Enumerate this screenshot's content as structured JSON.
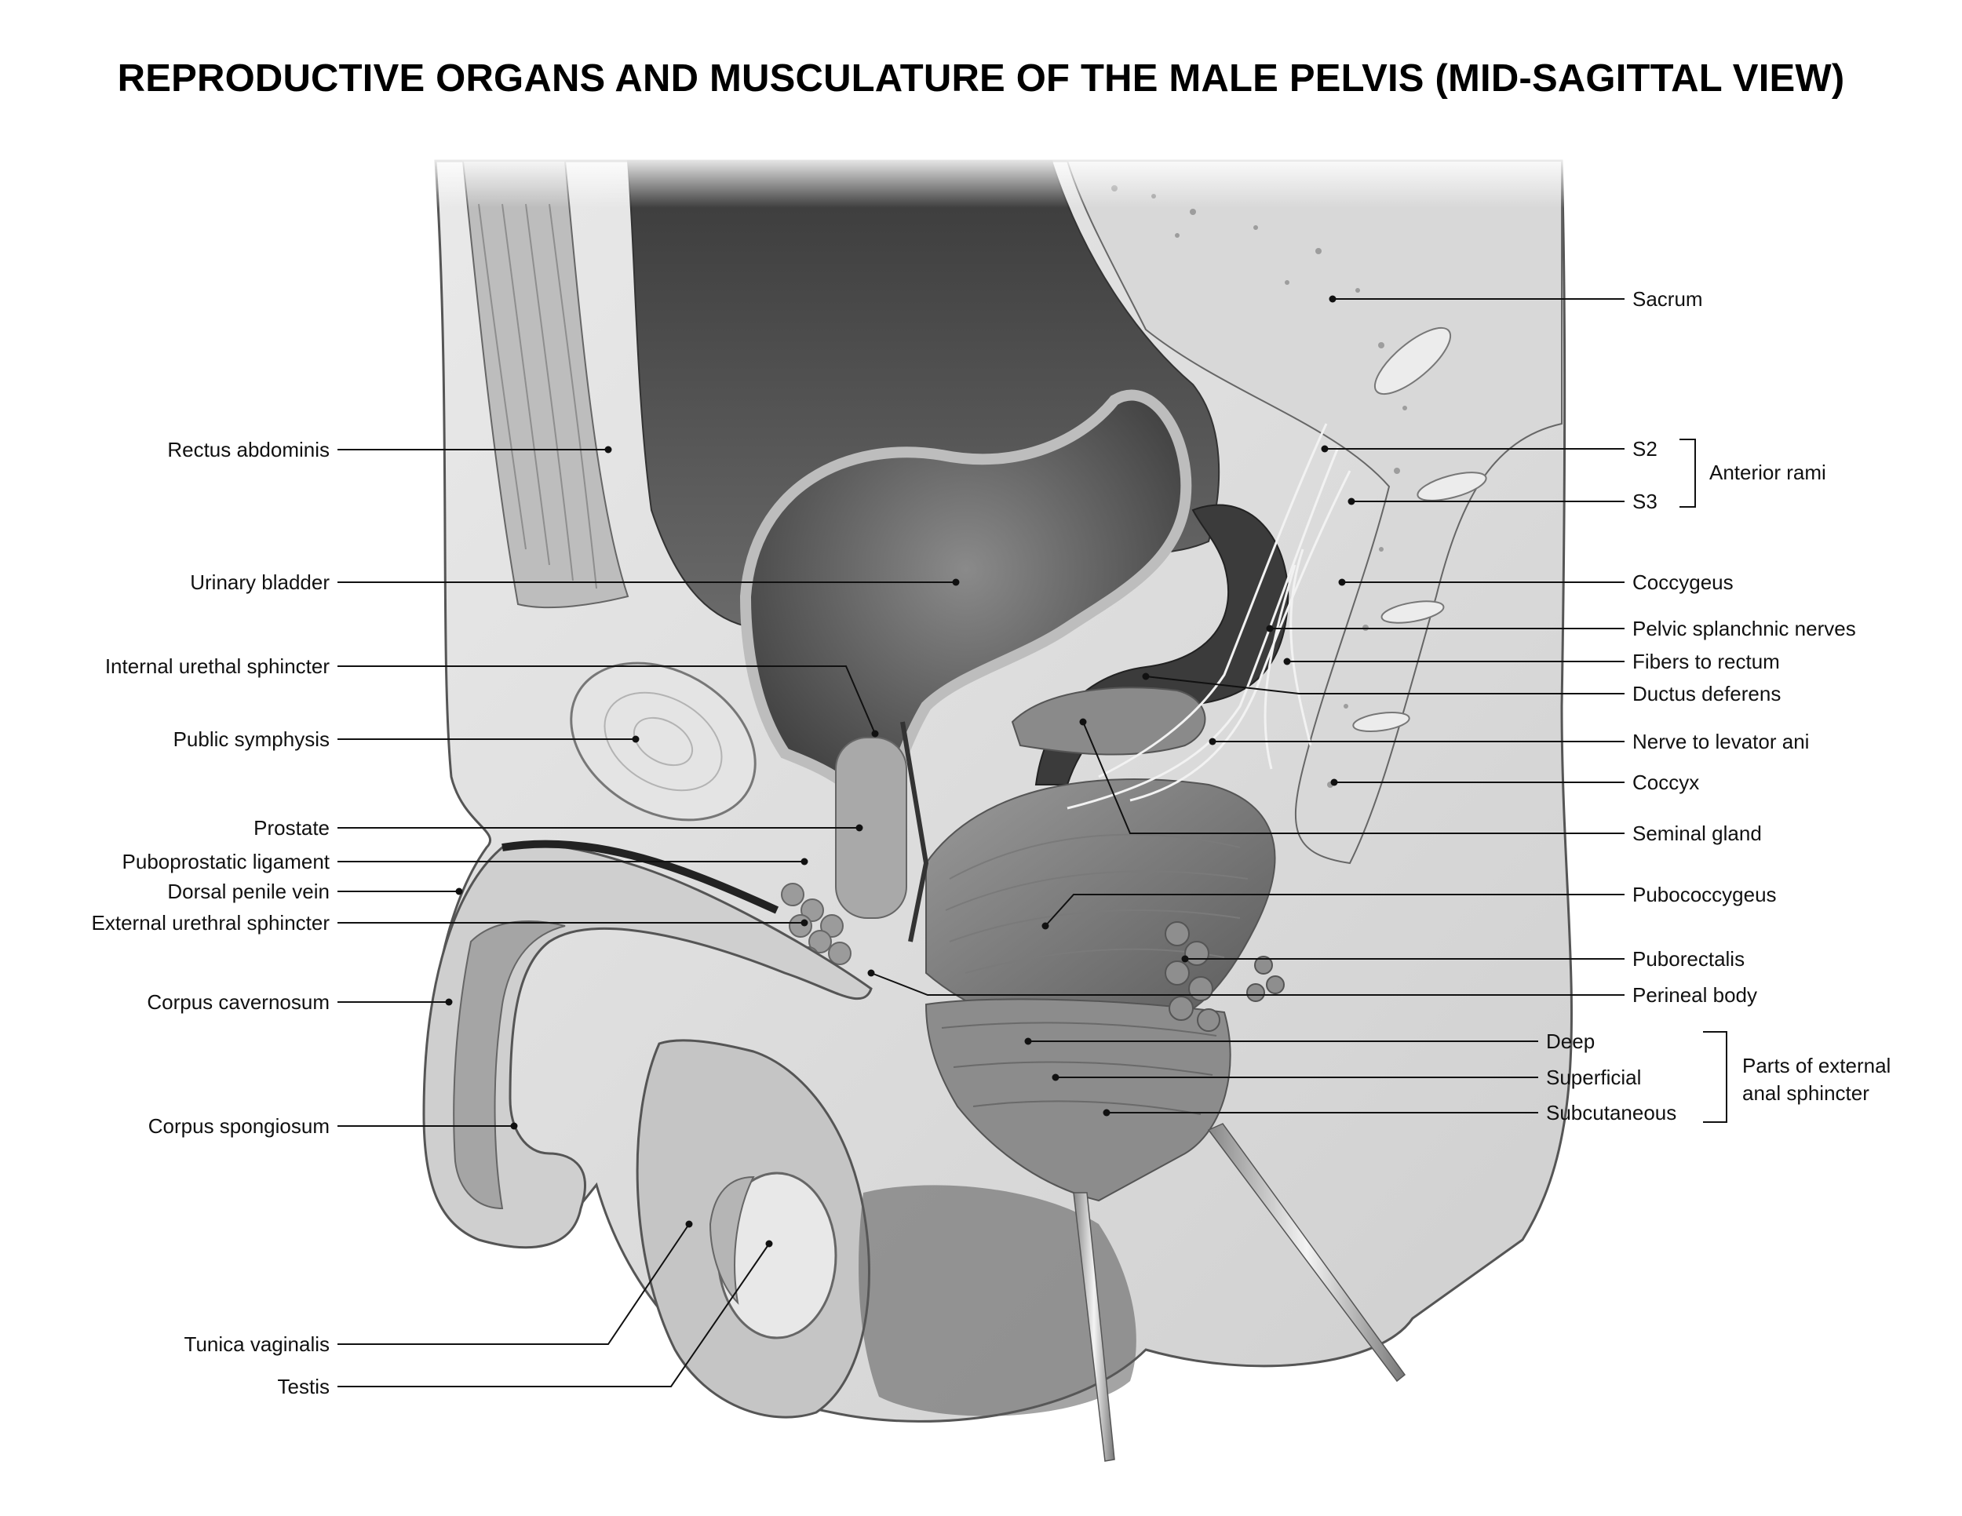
{
  "title": "REPRODUCTIVE ORGANS AND MUSCULATURE OF THE MALE PELVIS (MID-SAGITTAL VIEW)",
  "labels": {
    "rectus_abdominis": "Rectus abdominis",
    "urinary_bladder": "Urinary bladder",
    "internal_urethral_sphincter": "Internal urethal sphincter",
    "pubic_symphysis": "Public symphysis",
    "prostate": "Prostate",
    "puboprostatic_ligament": "Puboprostatic ligament",
    "dorsal_penile_vein": "Dorsal penile vein",
    "external_urethral_sphincter": "External urethral sphincter",
    "corpus_cavernosum": "Corpus cavernosum",
    "corpus_spongiosum": "Corpus spongiosum",
    "tunica_vaginalis": "Tunica vaginalis",
    "testis": "Testis",
    "sacrum": "Sacrum",
    "s2": "S2",
    "s3": "S3",
    "anterior_rami": "Anterior rami",
    "coccygeus": "Coccygeus",
    "pelvic_splanchnic_nerves": "Pelvic splanchnic nerves",
    "fibers_to_rectum": "Fibers to rectum",
    "ductus_deferens": "Ductus deferens",
    "nerve_to_levator_ani": "Nerve to levator ani",
    "coccyx": "Coccyx",
    "seminal_gland": "Seminal gland",
    "pubococcygeus": "Pubococcygeus",
    "puborectalis": "Puborectalis",
    "perineal_body": "Perineal body",
    "deep": "Deep",
    "superficial": "Superficial",
    "subcutaneous": "Subcutaneous",
    "parts_line1": "Parts of external",
    "parts_line2": "anal sphincter"
  }
}
